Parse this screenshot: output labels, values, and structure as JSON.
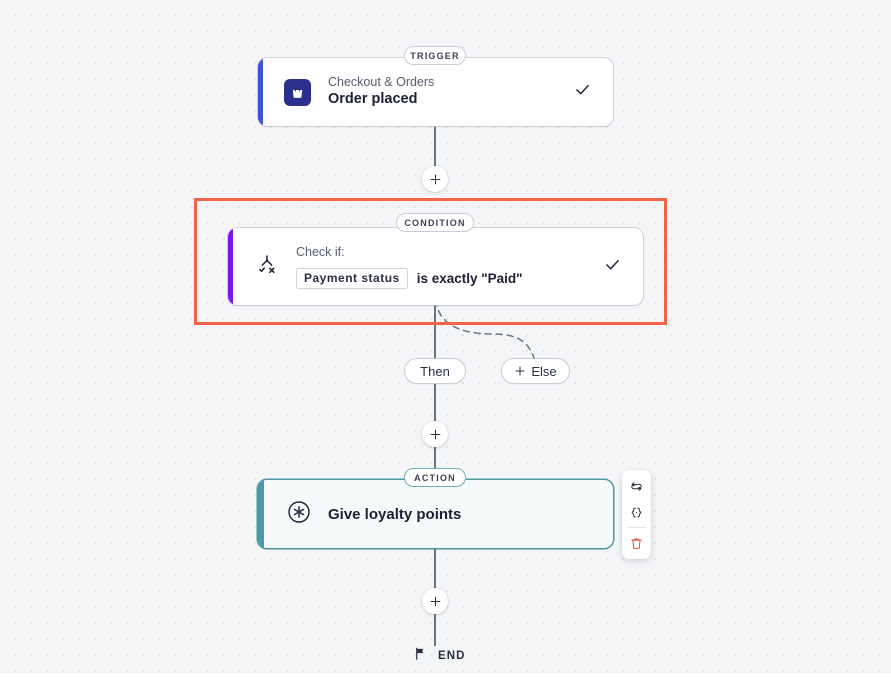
{
  "canvas": {
    "background_color": "#f4f5f7",
    "dot_color": "#e2e3e8"
  },
  "selection": {
    "name": "condition-selection-rectangle",
    "color": "#f06449"
  },
  "nodes": {
    "trigger": {
      "stage_label": "TRIGGER",
      "icon": "shopping-bag-icon",
      "category": "Checkout & Orders",
      "title": "Order placed",
      "accent_color": "#3e54d3",
      "status_icon": "check-icon"
    },
    "condition": {
      "stage_label": "CONDITION",
      "icon": "branch-condition-icon",
      "label": "Check if:",
      "token": "Payment status",
      "expression": "is exactly \"Paid\"",
      "accent_color": "#7a17f0",
      "status_icon": "check-icon"
    },
    "action": {
      "stage_label": "ACTION",
      "icon": "asterisk-circle-icon",
      "title": "Give loyalty points",
      "accent_color": "#4a99a3",
      "selected": true
    }
  },
  "branches": {
    "then_label": "Then",
    "else_label": "Else",
    "else_icon": "plus-icon"
  },
  "add_buttons": [
    {
      "name": "add-step-after-trigger",
      "icon": "plus-icon"
    },
    {
      "name": "add-step-in-then-branch",
      "icon": "plus-icon"
    },
    {
      "name": "add-step-after-action",
      "icon": "plus-icon"
    }
  ],
  "end_marker": {
    "icon": "flag-icon",
    "label": "END"
  },
  "toolbar": {
    "replace_label": "replace-icon",
    "variables_label": "curly-braces-icon",
    "delete_label": "trash-icon",
    "delete_color": "#e0563f"
  }
}
